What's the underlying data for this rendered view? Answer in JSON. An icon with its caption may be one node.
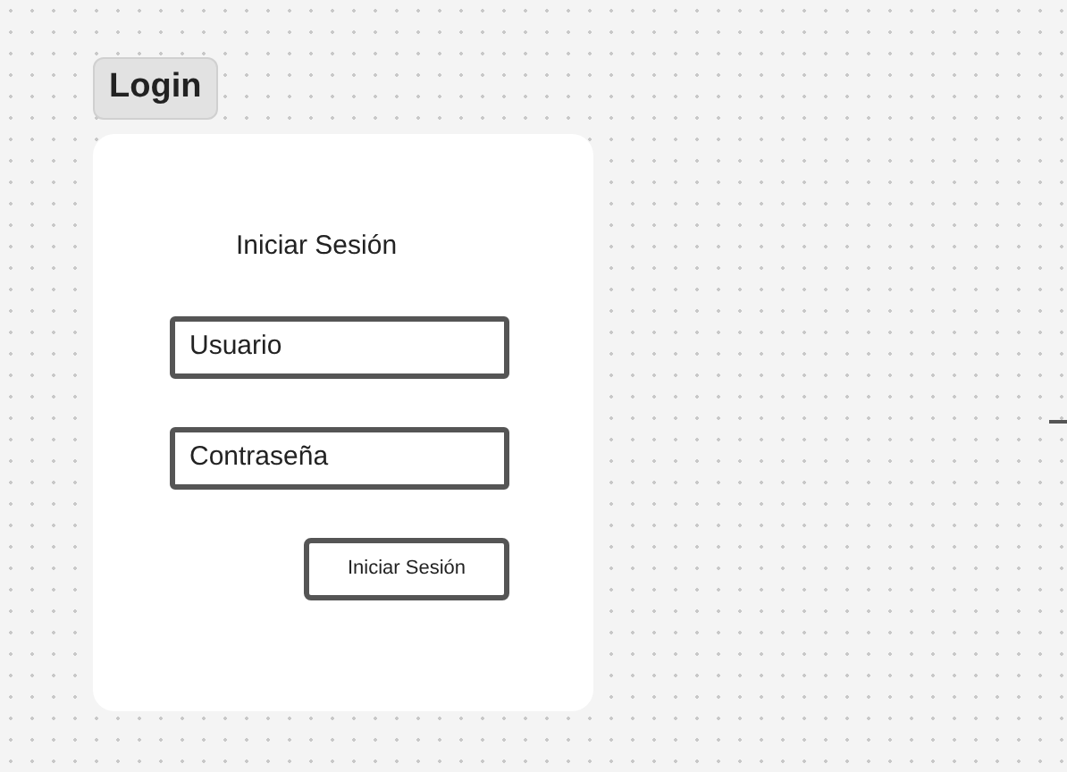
{
  "diagram": {
    "title": "Login",
    "nodes": [
      {
        "text": [
          "Iniciar Sesión"
        ]
      },
      {
        "text": [
          "Usuario"
        ],
        "in": 0
      },
      {
        "text": [
          "Contraseña"
        ],
        "in": 0
      },
      {
        "text": [
          "Iniciar Sesión"
        ],
        "in": 0
      }
    ]
  }
}
